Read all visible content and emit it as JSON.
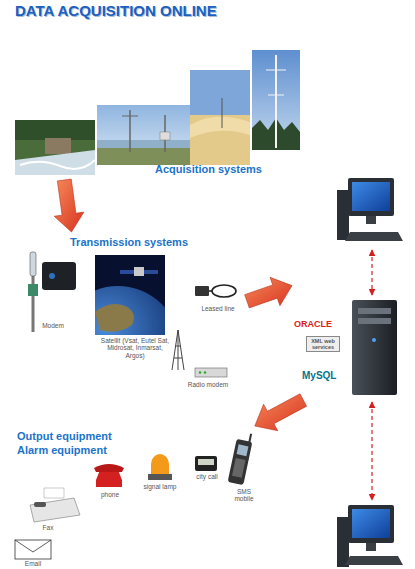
{
  "diagram": {
    "title": "DATA ACQUISITION ONLINE",
    "nodes": [
      {
        "text": [
          "Acquisition systems"
        ]
      },
      {
        "text": [
          "Transmission systems"
        ]
      },
      {
        "text": [
          "ORACLE",
          "XML web services",
          "MySQL"
        ]
      },
      {
        "text": [
          "Output equipment",
          "Alarm equipment"
        ]
      }
    ],
    "edges": [
      {
        "from": 0,
        "to": 1,
        "arrow": "to"
      },
      {
        "from": 1,
        "to": 2,
        "arrow": "to"
      },
      {
        "from": 2,
        "to": 3,
        "arrow": "to"
      }
    ],
    "labels": [
      "Modem",
      "Satellit (Vsat, Eutel Sat, Midrosat, Inmarsat, Argos)",
      "Leased line",
      "Radio modem",
      "Fax",
      "phone",
      "signal lamp",
      "city call",
      "SMS mobile",
      "Email"
    ]
  }
}
